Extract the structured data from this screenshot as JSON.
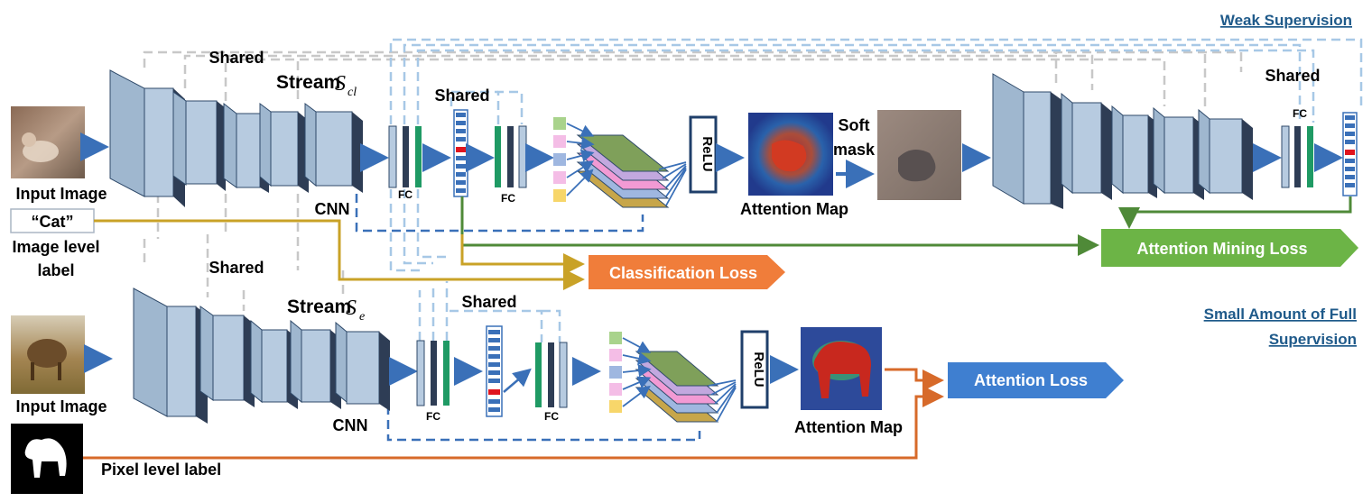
{
  "headings": {
    "weak_supervision": "Weak Supervision",
    "full_supervision_1": "Small Amount of Full",
    "full_supervision_2": "Supervision"
  },
  "top_stream": {
    "input_label": "Input Image",
    "class_tag": "“Cat”",
    "label_line1": "Image level",
    "label_line2": "label",
    "shared_1": "Shared",
    "stream_word": "Stream",
    "stream_symbol": "S",
    "stream_sub": "cl",
    "cnn": "CNN",
    "fc_1": "FC",
    "shared_2": "Shared",
    "fc_2": "FC",
    "relu": "ReLU",
    "attention_map": "Attention Map",
    "soft_1": "Soft",
    "soft_2": "mask",
    "shared_3": "Shared",
    "fc_3": "FC"
  },
  "bottom_stream": {
    "input_label": "Input Image",
    "pixel_label": "Pixel level label",
    "shared_1": "Shared",
    "stream_word": "Stream",
    "stream_symbol": "S",
    "stream_sub": "e",
    "cnn": "CNN",
    "fc_1": "FC",
    "shared_2": "Shared",
    "fc_2": "FC",
    "relu": "ReLU",
    "attention_map": "Attention Map"
  },
  "losses": {
    "classification": "Classification Loss",
    "attention_mining": "Attention Mining Loss",
    "attention": "Attention Loss"
  },
  "colors": {
    "classification": "#f07d3a",
    "attention_mining": "#6cb446",
    "attention": "#3f7fd0",
    "arrow": "#3a70b8",
    "gold": "#c9a227",
    "orange_line": "#d76a2a",
    "green_line": "#4f8a38",
    "layer_face": "#b7cbe0",
    "layer_dark": "#2e3d55"
  }
}
